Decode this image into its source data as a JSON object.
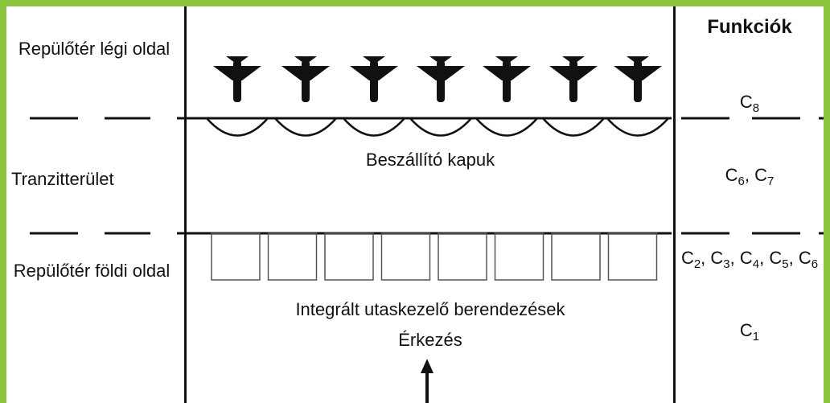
{
  "labels": {
    "airside": "Repülőtér légi oldal",
    "transit": "Tranzitterület",
    "landside": "Repülőtér földi oldal",
    "functions_header": "Funkciók",
    "gates": "Beszállító kapuk",
    "integrated": "Integrált utaskezelő berendezések",
    "arrival": "Érkezés"
  },
  "functions": {
    "row1": [
      {
        "base": "C",
        "sub": "8"
      }
    ],
    "row2": [
      {
        "base": "C",
        "sub": "6"
      },
      {
        "base": "C",
        "sub": "7"
      }
    ],
    "row3": [
      {
        "base": "C",
        "sub": "2"
      },
      {
        "base": "C",
        "sub": "3"
      },
      {
        "base": "C",
        "sub": "4"
      },
      {
        "base": "C",
        "sub": "5"
      },
      {
        "base": "C",
        "sub": "6"
      }
    ],
    "row4": [
      {
        "base": "C",
        "sub": "1"
      }
    ]
  },
  "colors": {
    "frame": "#8cc63f",
    "ink": "#111111"
  }
}
